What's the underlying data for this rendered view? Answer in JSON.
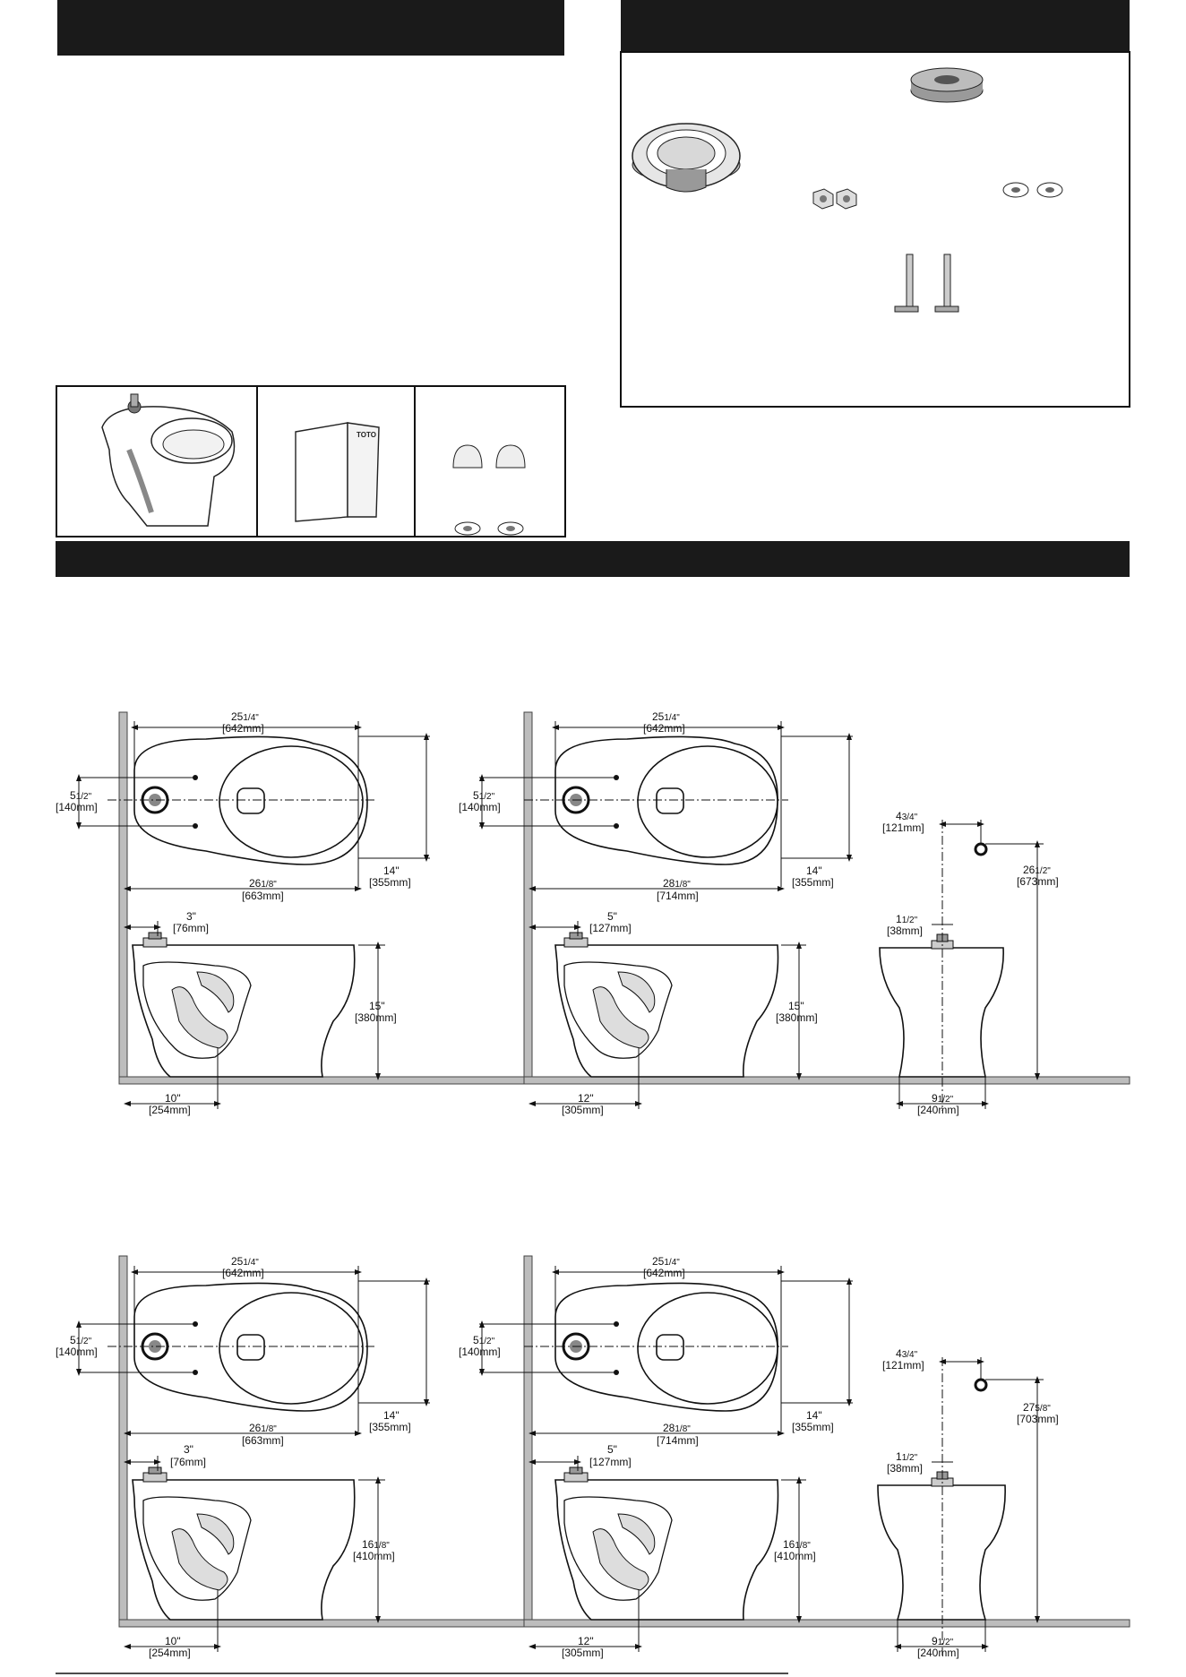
{
  "headers": {
    "left": "",
    "right": "",
    "middle": ""
  },
  "parts_box": {
    "logo_text": "TOTO"
  },
  "diagram1": {
    "a_width_1": "25",
    "a_width_frac": "1/4\"",
    "a_width_mm": "[642mm]",
    "b_width_1": "5",
    "b_width_frac": "1/2\"",
    "b_width_mm": "[140mm]",
    "c_len_1": "26",
    "c_len_frac": "1/8\"",
    "c_len_mm": "[663mm]",
    "d_depth": "14\"",
    "d_depth_mm": "[355mm]",
    "e_rough": "3\"",
    "e_rough_mm": "[76mm]",
    "f_height": "15\"",
    "f_height_mm": "[380mm]",
    "g_bottom": "10\"",
    "g_bottom_mm": "[254mm]"
  },
  "diagram2": {
    "a_width_1": "25",
    "a_width_frac": "1/4\"",
    "a_width_mm": "[642mm]",
    "b_width_1": "5",
    "b_width_frac": "1/2\"",
    "b_width_mm": "[140mm]",
    "c_len_1": "28",
    "c_len_frac": "1/8\"",
    "c_len_mm": "[714mm]",
    "d_depth": "14\"",
    "d_depth_mm": "[355mm]",
    "e_rough": "5\"",
    "e_rough_mm": "[127mm]",
    "f_height": "15\"",
    "f_height_mm": "[380mm]",
    "g_bottom": "12\"",
    "g_bottom_mm": "[305mm]"
  },
  "diagram3": {
    "top_1": "4",
    "top_frac": "3/4\"",
    "top_mm": "[121mm]",
    "height_1": "26",
    "height_frac": "1/2\"",
    "height_mm": "[673mm]",
    "spud_1": "1",
    "spud_frac": "1/2\"",
    "spud_mm": "[38mm]",
    "base_1": "9",
    "base_frac": "1/2\"",
    "base_mm": "[240mm]"
  },
  "diagram4": {
    "a_width_1": "25",
    "a_width_frac": "1/4\"",
    "a_width_mm": "[642mm]",
    "b_width_1": "5",
    "b_width_frac": "1/2\"",
    "b_width_mm": "[140mm]",
    "c_len_1": "26",
    "c_len_frac": "1/8\"",
    "c_len_mm": "[663mm]",
    "d_depth": "14\"",
    "d_depth_mm": "[355mm]",
    "e_rough": "3\"",
    "e_rough_mm": "[76mm]",
    "f_height_1": "16",
    "f_height_frac": "1/8\"",
    "f_height_mm": "[410mm]",
    "g_bottom": "10\"",
    "g_bottom_mm": "[254mm]"
  },
  "diagram5": {
    "a_width_1": "25",
    "a_width_frac": "1/4\"",
    "a_width_mm": "[642mm]",
    "b_width_1": "5",
    "b_width_frac": "1/2\"",
    "b_width_mm": "[140mm]",
    "c_len_1": "28",
    "c_len_frac": "1/8\"",
    "c_len_mm": "[714mm]",
    "d_depth": "14\"",
    "d_depth_mm": "[355mm]",
    "e_rough": "5\"",
    "e_rough_mm": "[127mm]",
    "f_height_1": "16",
    "f_height_frac": "1/8\"",
    "f_height_mm": "[410mm]",
    "g_bottom": "12\"",
    "g_bottom_mm": "[305mm]"
  },
  "diagram6": {
    "top_1": "4",
    "top_frac": "3/4\"",
    "top_mm": "[121mm]",
    "height_1": "27",
    "height_frac": "5/8\"",
    "height_mm": "[703mm]",
    "spud_1": "1",
    "spud_frac": "1/2\"",
    "spud_mm": "[38mm]",
    "base_1": "9",
    "base_frac": "1/2\"",
    "base_mm": "[240mm]"
  }
}
